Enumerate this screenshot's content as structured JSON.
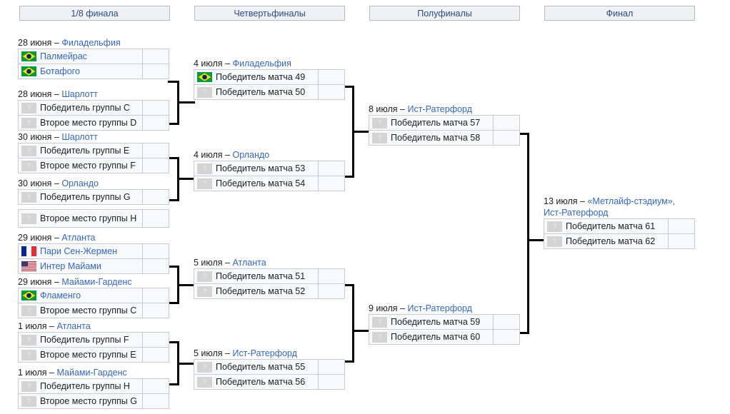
{
  "rounds": [
    {
      "id": "round-of-16",
      "label": "1/8 финала"
    },
    {
      "id": "quarterfinals",
      "label": "Четвертьфиналы"
    },
    {
      "id": "semifinals",
      "label": "Полуфиналы"
    },
    {
      "id": "final",
      "label": "Финал"
    }
  ],
  "icons": {
    "brazil": "flag-brazil-icon",
    "france": "flag-france-icon",
    "usa": "flag-usa-icon",
    "unknown": "unknown-team-icon",
    "unknown_glyph": "?"
  },
  "matches": {
    "m49": {
      "date": "28 июня",
      "separator": " – ",
      "venue": "Филадельфия",
      "teams": [
        {
          "flag": "brazil",
          "name": "Палмейрас",
          "style": "link",
          "score": ""
        },
        {
          "flag": "brazil",
          "name": "Ботафого",
          "style": "link",
          "score": ""
        }
      ]
    },
    "m50": {
      "date": "28 июня",
      "separator": " – ",
      "venue": "Шарлотт",
      "teams": [
        {
          "flag": "unknown",
          "name": "Победитель группы C",
          "style": "plain",
          "score": ""
        },
        {
          "flag": "unknown",
          "name": "Второе место группы D",
          "style": "plain",
          "score": ""
        }
      ]
    },
    "m53": {
      "date": "30 июня",
      "separator": " – ",
      "venue": "Шарлотт",
      "teams": [
        {
          "flag": "unknown",
          "name": "Победитель группы E",
          "style": "plain",
          "score": ""
        },
        {
          "flag": "unknown",
          "name": "Второе место группы F",
          "style": "plain",
          "score": ""
        }
      ]
    },
    "m54": {
      "date": "30 июня",
      "separator": " – ",
      "venue": "Орландо",
      "teams": [
        {
          "flag": "unknown",
          "name": "Победитель группы G",
          "style": "plain",
          "score": ""
        },
        {
          "flag": "unknown",
          "name": "Второе место группы H",
          "style": "plain",
          "score": ""
        }
      ]
    },
    "m51": {
      "date": "29 июня",
      "separator": " – ",
      "venue": "Атланта",
      "teams": [
        {
          "flag": "france",
          "name": "Пари Сен-Жермен",
          "style": "link",
          "score": ""
        },
        {
          "flag": "usa",
          "name": "Интер Майами",
          "style": "link",
          "score": ""
        }
      ]
    },
    "m52": {
      "date": "29 июня",
      "separator": " – ",
      "venue": "Майами-Гарденс",
      "teams": [
        {
          "flag": "brazil",
          "name": "Фламенго",
          "style": "link",
          "score": ""
        },
        {
          "flag": "unknown",
          "name": "Второе место группы C",
          "style": "plain",
          "score": ""
        }
      ]
    },
    "m55": {
      "date": "1 июля",
      "separator": " – ",
      "venue": "Атланта",
      "teams": [
        {
          "flag": "unknown",
          "name": "Победитель группы F",
          "style": "plain",
          "score": ""
        },
        {
          "flag": "unknown",
          "name": "Второе место группы E",
          "style": "plain",
          "score": ""
        }
      ]
    },
    "m56": {
      "date": "1 июля",
      "separator": " – ",
      "venue": "Майами-Гарденс",
      "teams": [
        {
          "flag": "unknown",
          "name": "Победитель группы H",
          "style": "plain",
          "score": ""
        },
        {
          "flag": "unknown",
          "name": "Второе место группы G",
          "style": "plain",
          "score": ""
        }
      ]
    },
    "m57": {
      "date": "4 июля",
      "separator": " – ",
      "venue": "Филадельфия",
      "teams": [
        {
          "flag": "brazil",
          "name": "Победитель матча 49",
          "style": "plain",
          "score": ""
        },
        {
          "flag": "unknown",
          "name": "Победитель матча 50",
          "style": "plain",
          "score": ""
        }
      ]
    },
    "m58": {
      "date": "4 июля",
      "separator": " – ",
      "venue": "Орландо",
      "teams": [
        {
          "flag": "unknown",
          "name": "Победитель матча 53",
          "style": "plain",
          "score": ""
        },
        {
          "flag": "unknown",
          "name": "Победитель матча 54",
          "style": "plain",
          "score": ""
        }
      ]
    },
    "m59": {
      "date": "5 июля",
      "separator": " – ",
      "venue": "Атланта",
      "teams": [
        {
          "flag": "unknown",
          "name": "Победитель матча 51",
          "style": "plain",
          "score": ""
        },
        {
          "flag": "unknown",
          "name": "Победитель матча 52",
          "style": "plain",
          "score": ""
        }
      ]
    },
    "m60": {
      "date": "5 июля",
      "separator": " – ",
      "venue": "Ист-Ратерфорд",
      "teams": [
        {
          "flag": "unknown",
          "name": "Победитель матча 55",
          "style": "plain",
          "score": ""
        },
        {
          "flag": "unknown",
          "name": "Победитель матча 56",
          "style": "plain",
          "score": ""
        }
      ]
    },
    "m61": {
      "date": "8 июля",
      "separator": " – ",
      "venue": "Ист-Ратерфорд",
      "teams": [
        {
          "flag": "unknown",
          "name": "Победитель матча 57",
          "style": "plain",
          "score": ""
        },
        {
          "flag": "unknown",
          "name": "Победитель матча 58",
          "style": "plain",
          "score": ""
        }
      ]
    },
    "m62": {
      "date": "9 июля",
      "separator": " – ",
      "venue": "Ист-Ратерфорд",
      "teams": [
        {
          "flag": "unknown",
          "name": "Победитель матча 59",
          "style": "plain",
          "score": ""
        },
        {
          "flag": "unknown",
          "name": "Победитель матча 60",
          "style": "plain",
          "score": ""
        }
      ]
    },
    "m63": {
      "date": "13 июля",
      "separator": " – ",
      "venue": "«Метлайф-стэдиум», Ист-Ратерфорд",
      "teams": [
        {
          "flag": "unknown",
          "name": "Победитель матча 61",
          "style": "plain",
          "score": ""
        },
        {
          "flag": "unknown",
          "name": "Победитель матча 62",
          "style": "plain",
          "score": ""
        }
      ]
    }
  }
}
